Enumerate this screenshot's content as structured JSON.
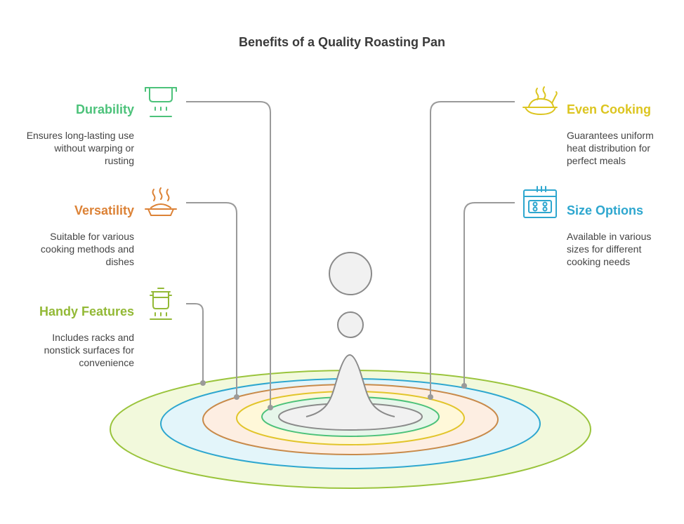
{
  "title": "Benefits of a Quality Roasting Pan",
  "benefits": [
    {
      "heading": "Durability",
      "lines": [
        "Ensures long-lasting use",
        "without warping or",
        "rusting"
      ],
      "color": "#4cc27a",
      "icon": "pot-icon"
    },
    {
      "heading": "Versatility",
      "lines": [
        "Suitable for various",
        "cooking methods and",
        "dishes"
      ],
      "color": "#dc8236",
      "icon": "steaming-dish-icon"
    },
    {
      "heading": "Handy Features",
      "lines": [
        "Includes racks and",
        "nonstick surfaces for",
        "convenience"
      ],
      "color": "#93b936",
      "icon": "stock-pot-icon"
    },
    {
      "heading": "Even Cooking",
      "lines": [
        "Guarantees uniform",
        "heat distribution for",
        "perfect meals"
      ],
      "color": "#dcc520",
      "icon": "roast-chicken-icon"
    },
    {
      "heading": "Size Options",
      "lines": [
        "Available in various",
        "sizes for different",
        "cooking needs"
      ],
      "color": "#2ea7cf",
      "icon": "oven-tray-icon"
    }
  ],
  "ring_colors": {
    "outer_fill": "#f2f9dc",
    "outer_stroke": "#9ac43c",
    "blue_fill": "#e3f5fa",
    "blue_stroke": "#2ea7cf",
    "orange_fill": "#fdeee2",
    "orange_stroke": "#c88a4a",
    "yellow_fill": "#fff8d9",
    "yellow_stroke": "#e2c52b",
    "green_fill": "#e6f6ea",
    "green_stroke": "#4cc27a",
    "inner_fill": "#f1f1f1",
    "inner_stroke": "#8a8a8a"
  }
}
